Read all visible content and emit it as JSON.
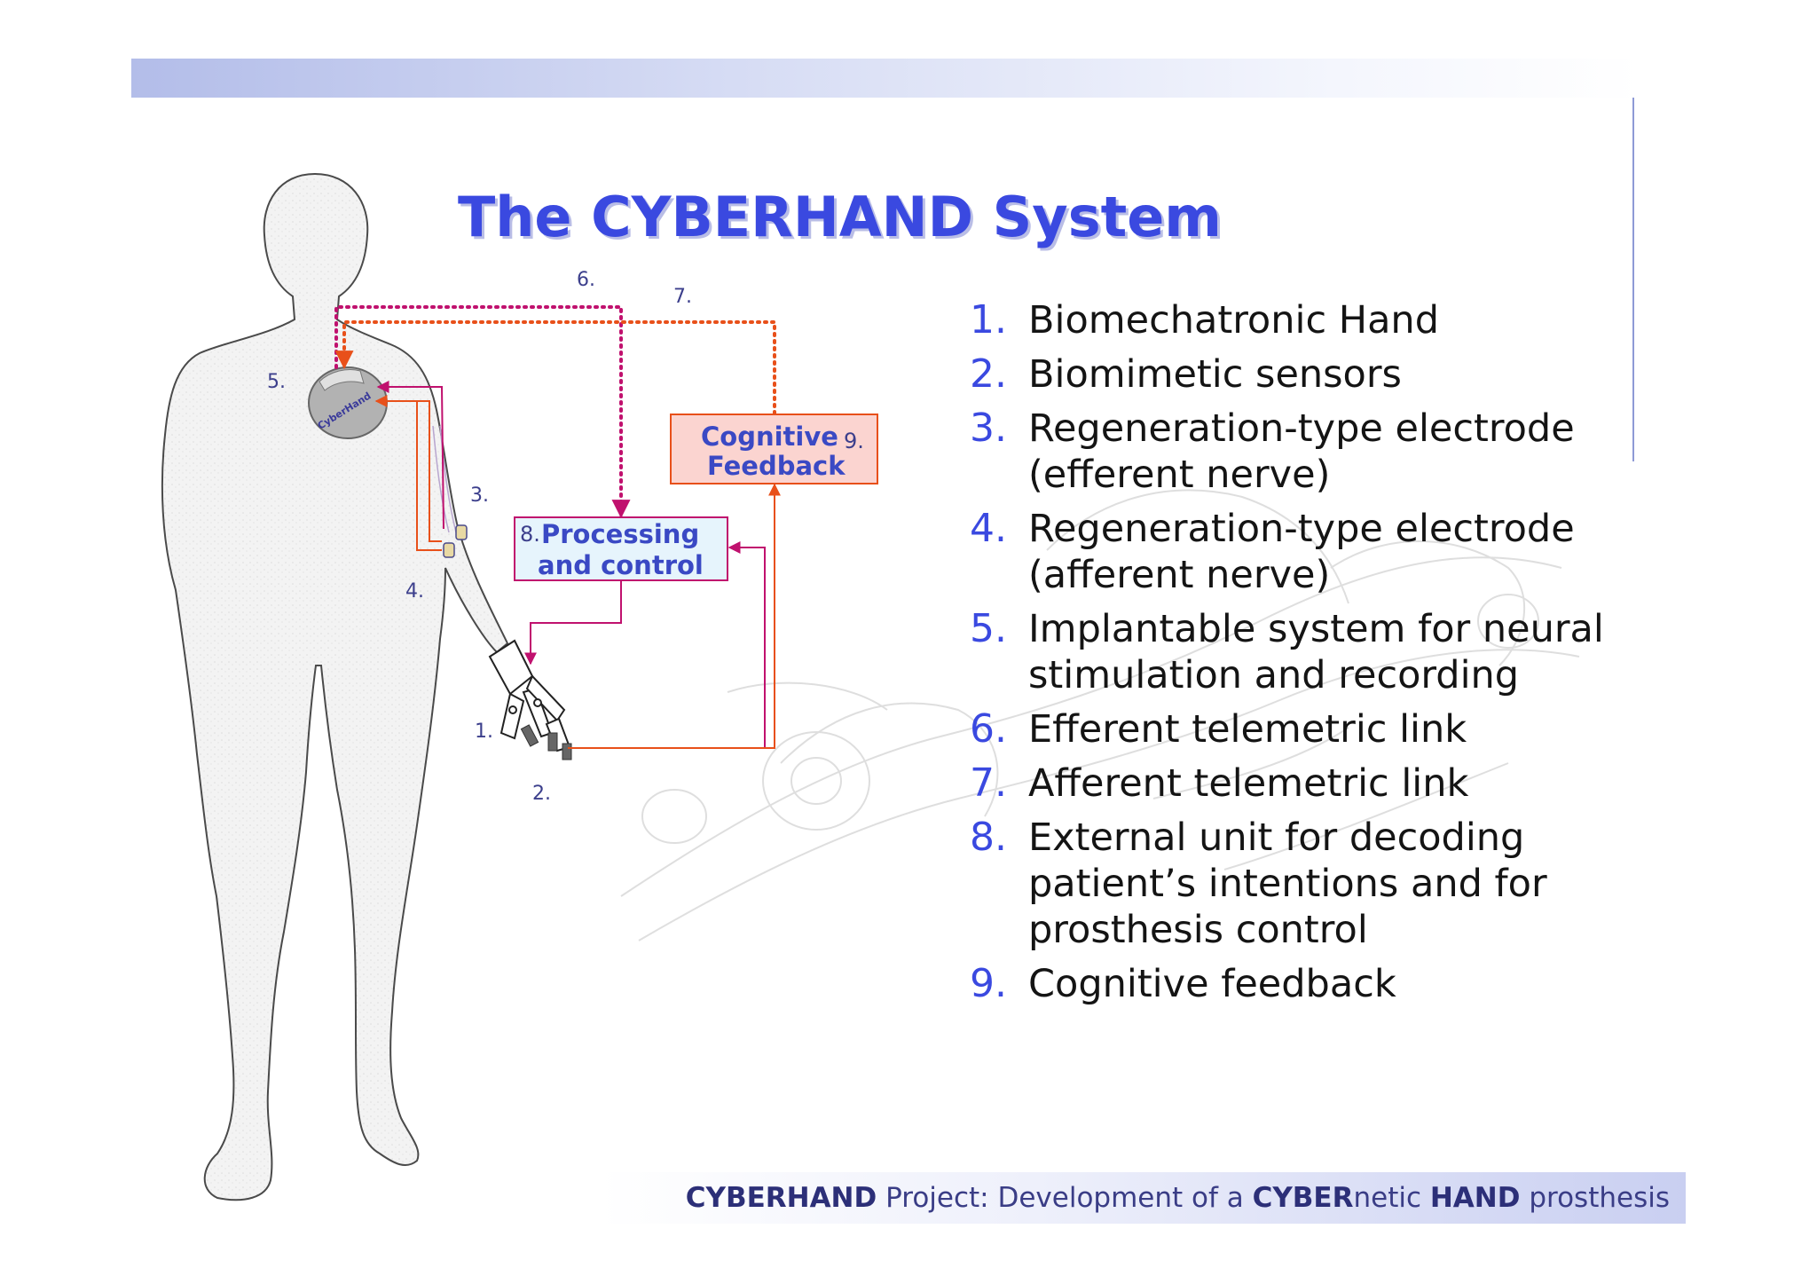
{
  "title": "The CYBERHAND System",
  "diagram": {
    "callouts": [
      "1.",
      "2.",
      "3.",
      "4.",
      "5.",
      "6.",
      "7."
    ],
    "device_label": "CyberHand",
    "processing_box": {
      "number": "8.",
      "line1": "Processing",
      "line2": "and control"
    },
    "feedback_box": {
      "line1": "Cognitive",
      "line2": "Feedback",
      "number": "9."
    }
  },
  "legend": [
    {
      "num": "1.",
      "text": "Biomechatronic Hand"
    },
    {
      "num": "2.",
      "text": "Biomimetic sensors"
    },
    {
      "num": "3.",
      "text": "Regeneration-type electrode (efferent nerve)"
    },
    {
      "num": "4.",
      "text": "Regeneration-type electrode (afferent nerve)"
    },
    {
      "num": "5.",
      "text": "Implantable system for neural stimulation and recording"
    },
    {
      "num": "6.",
      "text": "Efferent telemetric link"
    },
    {
      "num": "7.",
      "text": "Afferent telemetric link"
    },
    {
      "num": "8.",
      "text": "External unit for decoding patient’s intentions and for prosthesis control"
    },
    {
      "num": "9.",
      "text": "Cognitive feedback"
    }
  ],
  "footer": {
    "part1": "CYBERHAND",
    "part2": " Project: Development of a ",
    "part3": "CYBER",
    "part4": "netic ",
    "part5": "HAND",
    "part6": " prosthesis"
  },
  "colors": {
    "accent": "#3a49e0",
    "efferent_link": "#c0116e",
    "afferent_link": "#e8501a",
    "processing_fill": "#e6f4fc",
    "feedback_fill": "#fbd4d0"
  }
}
